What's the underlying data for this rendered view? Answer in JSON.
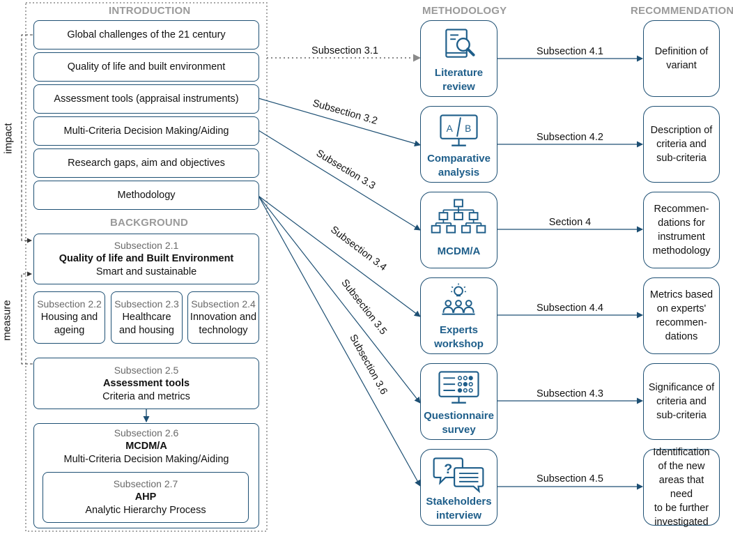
{
  "headers": {
    "introduction": "INTRODUCTION",
    "background": "BACKGROUND",
    "methodology": "METHODOLOGY",
    "recommendations": "RECOMMENDATIONS"
  },
  "side_labels": {
    "impact": "impact",
    "measure": "measure"
  },
  "introduction_items": [
    "Global challenges of the 21 century",
    "Quality of life and built environment",
    "Assessment tools (appraisal instruments)",
    "Multi-Criteria Decision Making/Aiding",
    "Research gaps, aim and objectives",
    "Methodology"
  ],
  "background": {
    "s21": {
      "sub": "Subsection 2.1",
      "title": "Quality of life and Built Environment",
      "desc": "Smart and sustainable"
    },
    "s22": {
      "sub": "Subsection 2.2",
      "desc1": "Housing and",
      "desc2": "ageing"
    },
    "s23": {
      "sub": "Subsection 2.3",
      "desc1": "Healthcare",
      "desc2": "and housing"
    },
    "s24": {
      "sub": "Subsection 2.4",
      "desc1": "Innovation and",
      "desc2": "technology"
    },
    "s25": {
      "sub": "Subsection 2.5",
      "title": "Assessment tools",
      "desc": "Criteria and metrics"
    },
    "s26": {
      "sub": "Subsection 2.6",
      "title": "MCDM/A",
      "desc": "Multi-Criteria Decision Making/Aiding"
    },
    "s27": {
      "sub": "Subsection 2.7",
      "title": "AHP",
      "desc": "Analytic Hierarchy Process"
    }
  },
  "methodology": [
    {
      "line1": "Literature",
      "line2": "review",
      "icon": "literature-search-icon"
    },
    {
      "line1": "Comparative",
      "line2": "analysis",
      "icon": "ab-comparison-monitor-icon",
      "icon_a": "A",
      "icon_b": "B"
    },
    {
      "line1": "MCDM/A",
      "line2": "",
      "icon": "hierarchy-tree-icon"
    },
    {
      "line1": "Experts",
      "line2": "workshop",
      "icon": "idea-group-icon"
    },
    {
      "line1": "Questionnaire",
      "line2": "survey",
      "icon": "survey-monitor-icon"
    },
    {
      "line1": "Stakeholders",
      "line2": "interview",
      "icon": "chat-bubbles-icon",
      "icon_q": "?"
    }
  ],
  "recommendations": [
    [
      "Definition of",
      "variant"
    ],
    [
      "Description of",
      "criteria and",
      "sub-criteria"
    ],
    [
      "Recommen-",
      "dations for",
      "instrument",
      "methodology"
    ],
    [
      "Metrics based",
      "on experts'",
      "recommen-",
      "dations"
    ],
    [
      "Significance of",
      "criteria and",
      "sub-criteria"
    ],
    [
      "Identification",
      "of the new",
      "areas that need",
      "to be further",
      "investigated"
    ]
  ],
  "intro_to_method_labels": [
    "Subsection 3.1",
    "Subsection 3.2",
    "Subsection 3.3",
    "Subsection 3.4",
    "Subsection 3.5",
    "Subsection 3.6"
  ],
  "method_to_rec_labels": [
    "Subsection 4.1",
    "Subsection 4.2",
    "Section 4",
    "Subsection 4.4",
    "Subsection 4.3",
    "Subsection 4.5"
  ],
  "colors": {
    "box_border": "#1d4f73",
    "label_blue": "#1e5e8a",
    "header_gray": "#9a9a9a",
    "dotted": "#8a8a8a"
  }
}
